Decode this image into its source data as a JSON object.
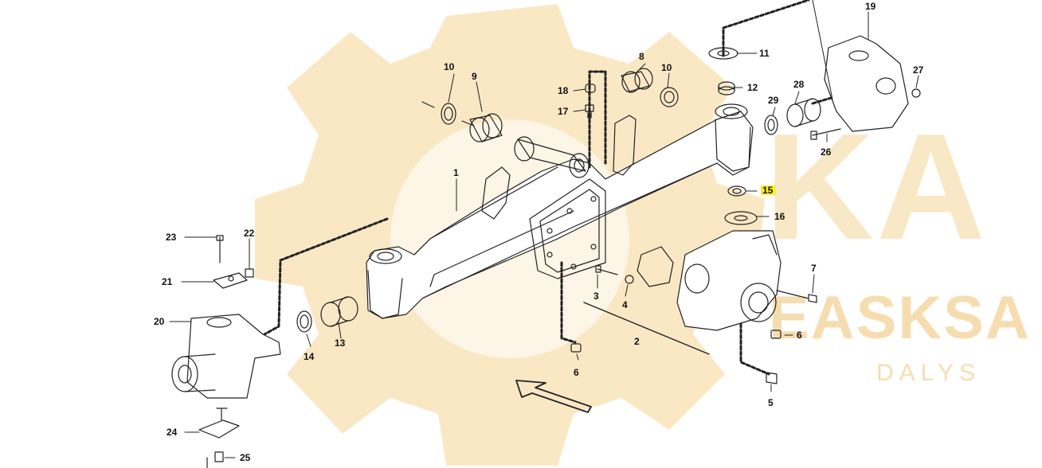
{
  "watermark": {
    "brand_letters": [
      "K",
      "A"
    ],
    "brand_name": "EASKSA",
    "brand_sub": "DALYS",
    "color": "#f7e0b0"
  },
  "highlight_color": "#ffee22",
  "parts": [
    {
      "id": "1",
      "label": "1"
    },
    {
      "id": "2",
      "label": "2"
    },
    {
      "id": "3",
      "label": "3"
    },
    {
      "id": "4",
      "label": "4"
    },
    {
      "id": "5",
      "label": "5"
    },
    {
      "id": "6a",
      "label": "6"
    },
    {
      "id": "6b",
      "label": "6"
    },
    {
      "id": "7",
      "label": "7"
    },
    {
      "id": "8",
      "label": "8"
    },
    {
      "id": "9",
      "label": "9"
    },
    {
      "id": "10a",
      "label": "10"
    },
    {
      "id": "10b",
      "label": "10"
    },
    {
      "id": "11",
      "label": "11"
    },
    {
      "id": "12",
      "label": "12"
    },
    {
      "id": "13",
      "label": "13"
    },
    {
      "id": "14",
      "label": "14"
    },
    {
      "id": "15",
      "label": "15",
      "highlighted": true
    },
    {
      "id": "16",
      "label": "16"
    },
    {
      "id": "17",
      "label": "17"
    },
    {
      "id": "18",
      "label": "18"
    },
    {
      "id": "19",
      "label": "19"
    },
    {
      "id": "20",
      "label": "20"
    },
    {
      "id": "21",
      "label": "21"
    },
    {
      "id": "22",
      "label": "22"
    },
    {
      "id": "23",
      "label": "23"
    },
    {
      "id": "24",
      "label": "24"
    },
    {
      "id": "25",
      "label": "25"
    },
    {
      "id": "26",
      "label": "26"
    },
    {
      "id": "27",
      "label": "27"
    },
    {
      "id": "28",
      "label": "28"
    },
    {
      "id": "29",
      "label": "29"
    }
  ]
}
